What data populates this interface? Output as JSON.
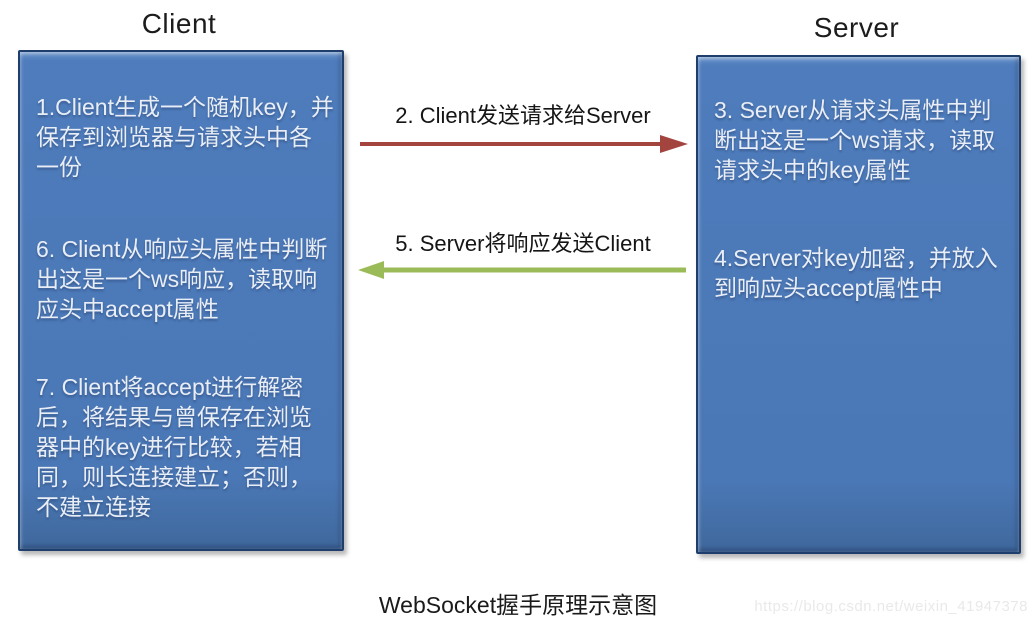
{
  "diagram": {
    "caption": "WebSocket握手原理示意图",
    "watermark": "https://blog.csdn.net/weixin_41947378",
    "client": {
      "title": "Client",
      "steps": [
        {
          "text": "1.Client生成一个随机key，并保存到浏览器与请求头中各一份"
        },
        {
          "text": "6. Client从响应头属性中判断出这是一个ws响应，读取响应头中accept属性"
        },
        {
          "text": "7. Client将accept进行解密后，将结果与曾保存在浏览器中的key进行比较，若相同，则长连接建立；否则，不建立连接"
        }
      ]
    },
    "server": {
      "title": "Server",
      "steps": [
        {
          "text": "3. Server从请求头属性中判断出这是一个ws请求，读取请求头中的key属性"
        },
        {
          "text": "4.Server对key加密，并放入到响应头accept属性中"
        }
      ]
    },
    "arrows": {
      "request": {
        "label": "2. Client发送请求给Server",
        "direction": "right"
      },
      "response": {
        "label": "5. Server将响应发送Client",
        "direction": "left"
      }
    },
    "colors": {
      "panel_fill": "#4a77b5",
      "panel_border": "#1e3f6d",
      "panel_text": "#e9eef6",
      "arrow_request": "#a4443f",
      "arrow_response": "#9bbb59"
    }
  }
}
